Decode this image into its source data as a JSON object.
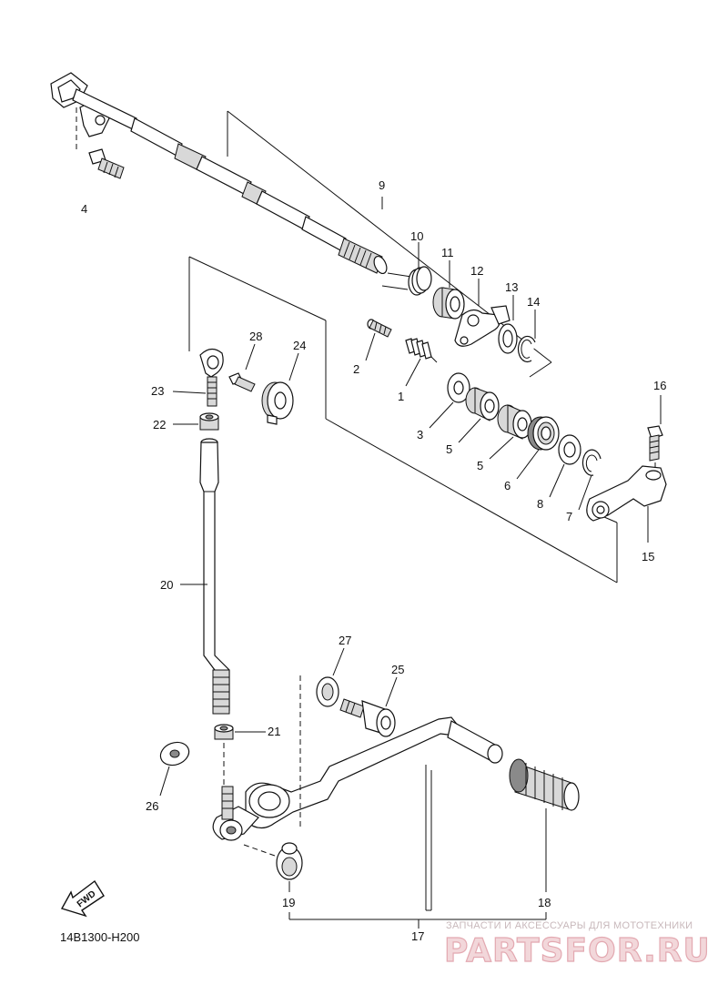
{
  "diagram": {
    "reference_code": "14B1300-H200",
    "direction_label": "FWD",
    "callouts": [
      "1",
      "2",
      "3",
      "4",
      "5",
      "5",
      "6",
      "7",
      "8",
      "9",
      "10",
      "11",
      "12",
      "13",
      "14",
      "15",
      "16",
      "17",
      "18",
      "19",
      "20",
      "21",
      "22",
      "23",
      "24",
      "25",
      "26",
      "27",
      "28"
    ]
  },
  "watermark": {
    "tagline": "ЗАПЧАСТИ И АКСЕССУАРЫ ДЛЯ МОТОТЕХНИКИ",
    "logo": "PARTSFOR.RU"
  }
}
